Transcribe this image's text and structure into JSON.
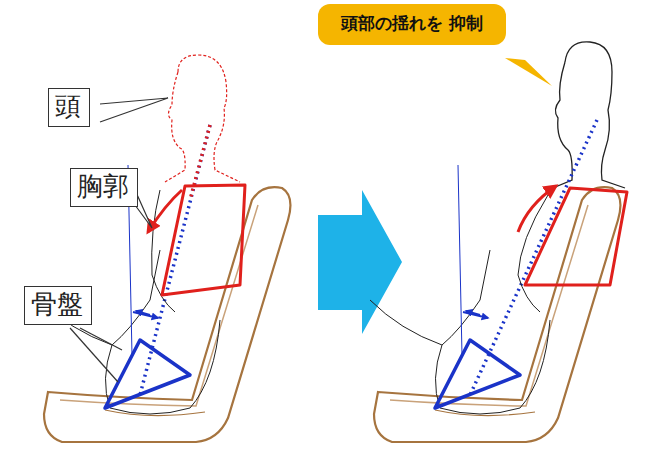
{
  "diagram": {
    "nodes": [
      {
        "text": [
          "頭"
        ]
      },
      {
        "text": [
          "胸郭"
        ]
      },
      {
        "text": [
          "骨盤"
        ]
      },
      {
        "text": [
          "頭部の揺れを 抑制"
        ]
      }
    ]
  }
}
